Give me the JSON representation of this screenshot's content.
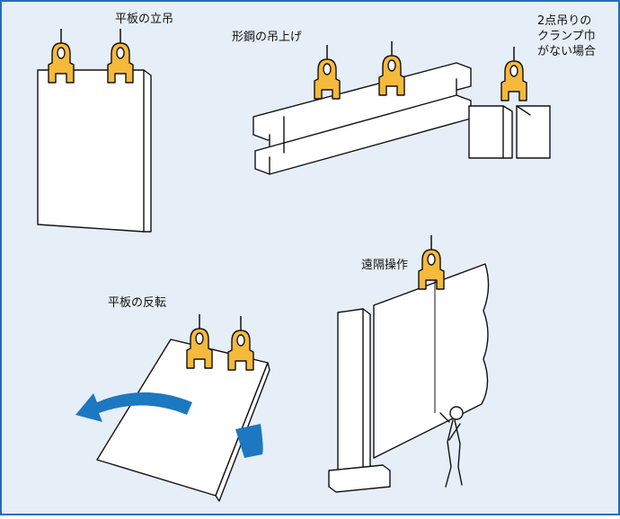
{
  "labels": {
    "plate_vertical": "平板の立吊",
    "section_steel": "形鋼の吊上げ",
    "two_point_line1": "2点吊りの",
    "two_point_line2": "クランプ巾",
    "two_point_line3": "がない場合",
    "remote_operation": "遠隔操作",
    "plate_turnover": "平板の反転"
  },
  "colors": {
    "background": "#e6eef7",
    "border": "#1f6fb5",
    "clamp": "#f5b93c",
    "arrow": "#1c78c0"
  }
}
